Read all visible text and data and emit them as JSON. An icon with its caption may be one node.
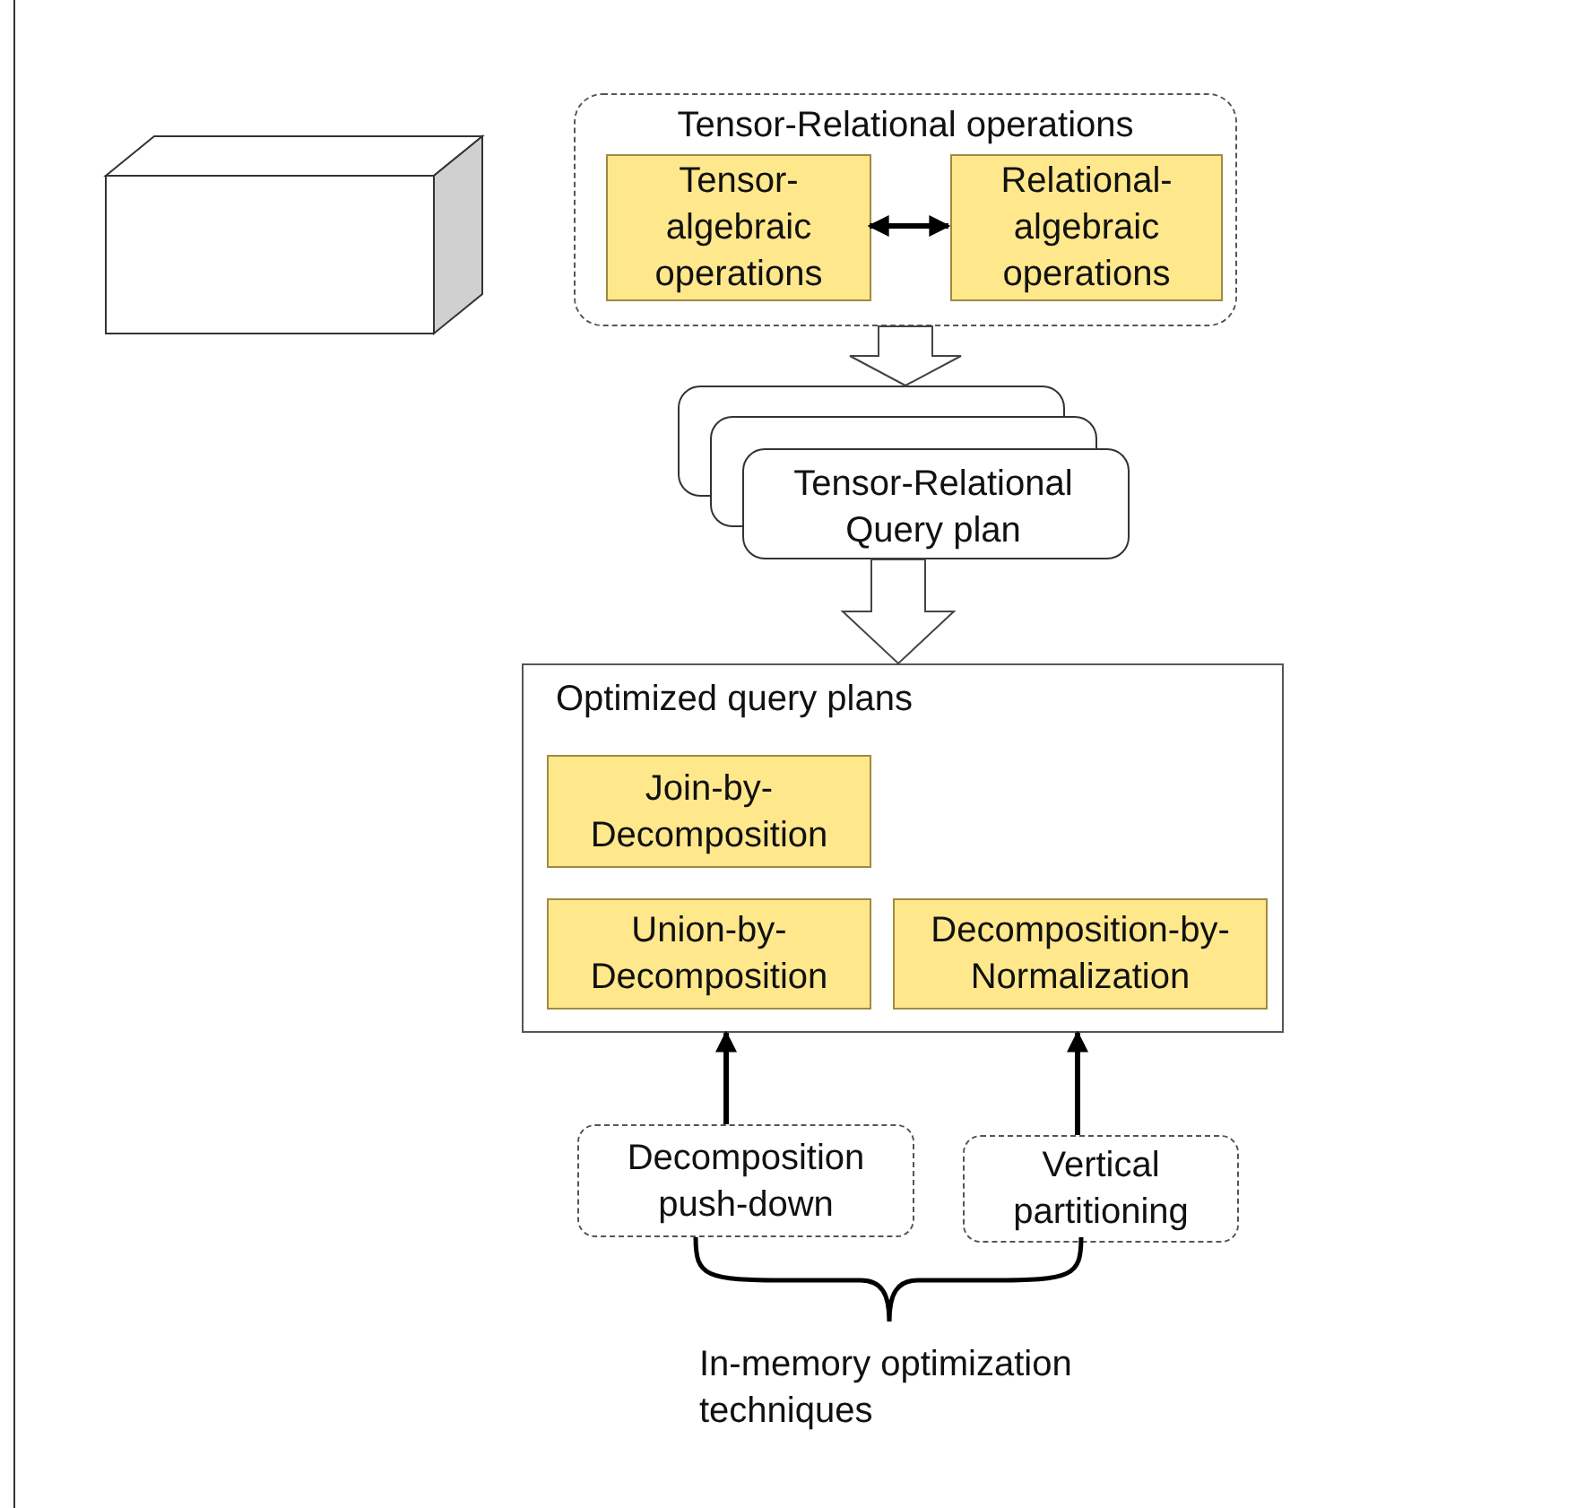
{
  "diagram": {
    "nodes": [
      {
        "text": [
          "Tensor-Relational operations"
        ]
      },
      {
        "text": [
          "Tensor-algebraic operations"
        ],
        "in": 0
      },
      {
        "text": [
          "Relational-algebraic operations"
        ],
        "in": 0
      },
      {
        "text": [
          "Tensor-Relational Query plan"
        ]
      },
      {
        "text": [
          "Optimized query plans"
        ]
      },
      {
        "text": [
          "Join-by-Decomposition"
        ],
        "in": 4
      },
      {
        "text": [
          "Union-by-Decomposition"
        ],
        "in": 4
      },
      {
        "text": [
          "Decomposition-by-Normalization"
        ],
        "in": 4
      },
      {
        "text": [
          "Decomposition push-down"
        ]
      },
      {
        "text": [
          "Vertical partitioning"
        ]
      },
      {
        "text": [],
        "shape": "box"
      }
    ],
    "edges": [
      {
        "from": 1,
        "to": 2,
        "arrow": "both"
      },
      {
        "from": 0,
        "to": 3,
        "arrow": "to",
        "style": "thick"
      },
      {
        "from": 3,
        "to": 4,
        "arrow": "to",
        "style": "thick"
      },
      {
        "from": 8,
        "to": 4,
        "arrow": "to"
      },
      {
        "from": 9,
        "to": 4,
        "arrow": "to"
      }
    ],
    "labels": [
      "In-memory optimization techniques"
    ]
  }
}
